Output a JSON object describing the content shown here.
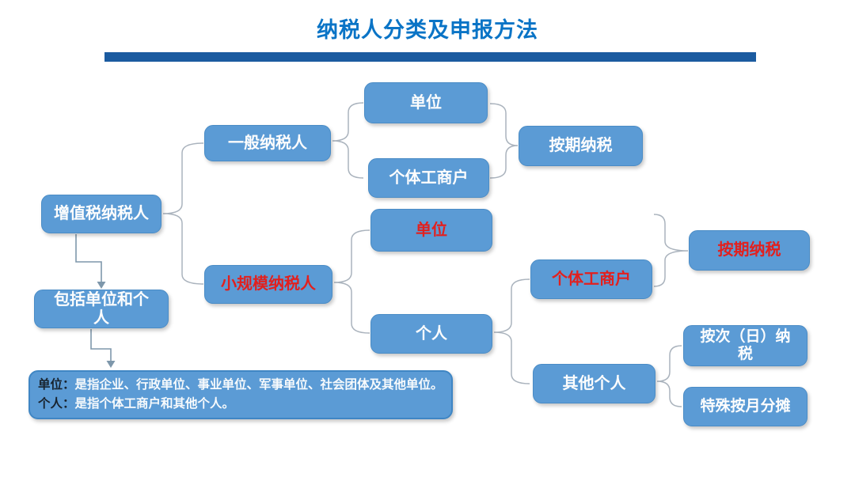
{
  "title": "纳税人分类及申报方法",
  "colors": {
    "node_fill": "#5b9bd5",
    "title_blue": "#0a74c6",
    "divider_bar_blue": "#1b5ba0",
    "red_emphasis_text": "#e2201e",
    "node_text_white": "#fdfdfd",
    "connector_gray": "#aab3bd",
    "arrow_steel_blue": "#7e97ab"
  },
  "nodes": {
    "vat_taxpayer": {
      "label": "增值税纳税人",
      "text_color": "white"
    },
    "includes_units_individuals": {
      "label": "包括单位和个\n人",
      "text_color": "white"
    },
    "general_taxpayer": {
      "label": "一般纳税人",
      "text_color": "white"
    },
    "unit_general": {
      "label": "单位",
      "text_color": "white"
    },
    "individual_business_general": {
      "label": "个体工商户",
      "text_color": "white"
    },
    "periodic_tax_general": {
      "label": "按期纳税",
      "text_color": "white"
    },
    "small_scale_taxpayer": {
      "label": "小规模纳税人",
      "text_color": "red"
    },
    "unit_small_scale": {
      "label": "单位",
      "text_color": "red"
    },
    "individual_small_scale": {
      "label": "个人",
      "text_color": "white"
    },
    "individual_business_small_scale": {
      "label": "个体工商户",
      "text_color": "red"
    },
    "periodic_tax_small_scale": {
      "label": "按期纳税",
      "text_color": "red"
    },
    "other_individual": {
      "label": "其他个人",
      "text_color": "white"
    },
    "per_time_daily_tax": {
      "label": "按次（日）纳\n税",
      "text_color": "white"
    },
    "special_monthly_allocation": {
      "label": "特殊按月分摊",
      "text_color": "white"
    }
  },
  "note": {
    "line1_term": "单位：",
    "line1_desc": "是指企业、行政单位、事业单位、军事单位、社会团体及其他单位。",
    "line2_term": "个人：",
    "line2_desc": "是指个体工商户和其他个人。"
  }
}
